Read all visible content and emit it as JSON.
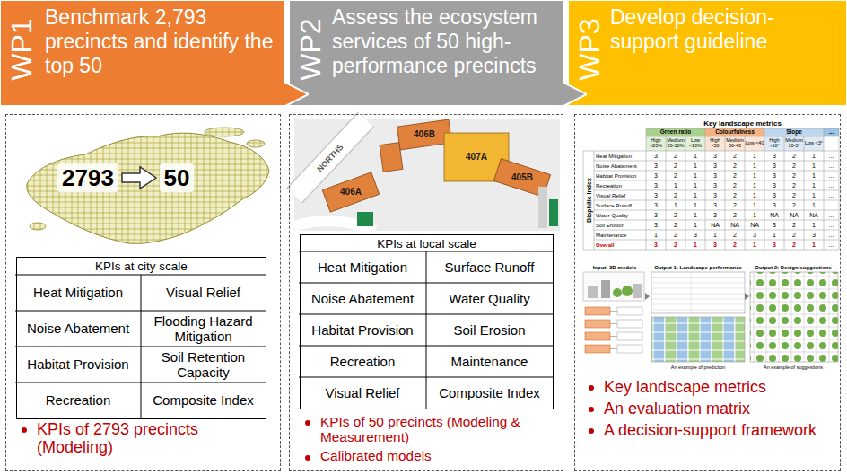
{
  "diagram": {
    "nodes": [
      {
        "text": [
          "WP1",
          "Benchmark 2,793 precincts and identify the top 50"
        ]
      },
      {
        "text": [
          "WP2",
          "Assess the ecosystem services of 50 high-performance precincts"
        ]
      },
      {
        "text": [
          "WP3",
          "Develop decision-support guideline"
        ]
      },
      {
        "text": [
          "KPIs of 2793 precincts (Modeling)"
        ]
      },
      {
        "text": [
          "KPIs at city scale"
        ],
        "in": 3
      },
      {
        "text": [
          "KPIs of 50 precincts (Modeling & Measurement)",
          "Calibrated models"
        ]
      },
      {
        "text": [
          "KPIs at local scale"
        ],
        "in": 5
      },
      {
        "text": [
          "Key landscape metrics",
          "An evaluation matrix",
          "A decision-support framework"
        ]
      }
    ],
    "labels": [
      "2793",
      "50",
      "Heat Mitigation",
      "Visual Relief",
      "Noise Abatement",
      "Flooding Hazard Mitigation",
      "Habitat Provision",
      "Soil Retention Capacity",
      "Recreation",
      "Composite Index",
      "NORTHS",
      "406B",
      "407A",
      "406A",
      "405B",
      "Heat Mitigation",
      "Surface Runoff",
      "Noise Abatement",
      "Water Quality",
      "Habitat Provision",
      "Soil Erosion",
      "Recreation",
      "Maintenance",
      "Visual Relief",
      "Composite Index",
      "Key landscape metrics",
      "Green ratio",
      "Colourfulness",
      "Slope",
      "...",
      "High >20%",
      "Medium 20-10%",
      "Low <10%",
      "High >50",
      "Medium 50-40",
      "Low <40",
      "High >10°",
      "Medium 10-3°",
      "Low <3°",
      "Biophilic Index",
      "Heat Mitigation",
      "3",
      "2",
      "1",
      "3",
      "2",
      "1",
      "3",
      "2",
      "1",
      "...",
      "Noise Abatement",
      "3",
      "2",
      "1",
      "3",
      "2",
      "1",
      "3",
      "2",
      "1",
      "...",
      "Habitat Provision",
      "3",
      "2",
      "1",
      "3",
      "2",
      "1",
      "3",
      "2",
      "1",
      "...",
      "Recreation",
      "3",
      "1",
      "1",
      "3",
      "2",
      "1",
      "3",
      "2",
      "1",
      "...",
      "Visual Relief",
      "3",
      "2",
      "1",
      "3",
      "2",
      "1",
      "3",
      "2",
      "1",
      "...",
      "Surface Runoff",
      "3",
      "1",
      "1",
      "3",
      "2",
      "1",
      "3",
      "2",
      "1",
      "...",
      "Water Quality",
      "3",
      "2",
      "1",
      "3",
      "2",
      "1",
      "NA",
      "NA",
      "NA",
      "...",
      "Soil Erosion",
      "3",
      "2",
      "1",
      "NA",
      "NA",
      "NA",
      "3",
      "2",
      "1",
      "...",
      "Maintenance",
      "1",
      "2",
      "3",
      "1",
      "2",
      "3",
      "1",
      "2",
      "3",
      "...",
      "Overall",
      "3",
      "2",
      "1",
      "3",
      "2",
      "1",
      "3",
      "2",
      "1",
      "...",
      "Input: 3D models",
      "Output 1: Landscape performance",
      "Output 2: Design suggestions",
      "An example of prediction",
      "An example of suggestions"
    ]
  }
}
